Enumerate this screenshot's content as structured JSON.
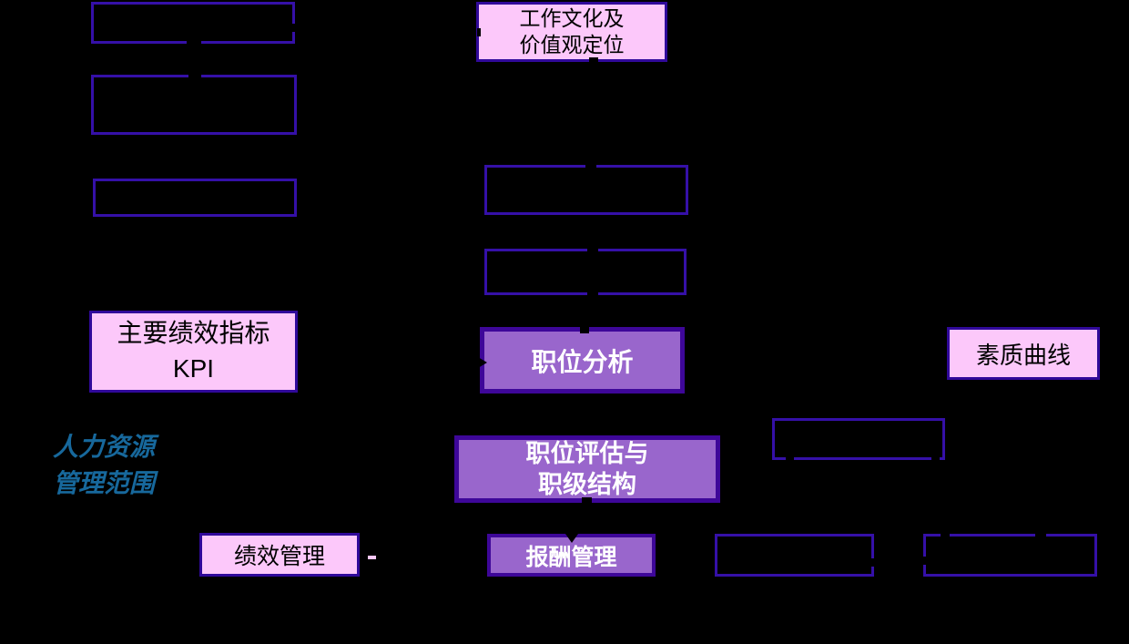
{
  "diagram": {
    "background_color": "#000000",
    "colors": {
      "pink_fill": "#FCC8FA",
      "pink_border": "#30099A",
      "purple_fill": "#9966CC",
      "purple_border": "#3E0799",
      "empty_box_border": "#3510A8",
      "scope_label_color": "#17689C",
      "pink_box_text_color": "#000000",
      "purple_box_text_color": "#FFFFFF"
    },
    "labels": {
      "culture": {
        "line1": "工作文化及",
        "line2": "价值观定位"
      },
      "kpi": {
        "line1": "主要绩效指标",
        "line2": "KPI"
      },
      "job_analysis": "职位分析",
      "quality_curve": "素质曲线",
      "job_evaluation": {
        "line1": "职位评估与",
        "line2": "职级结构"
      },
      "performance_mgmt": "绩效管理",
      "compensation_mgmt": "报酬管理",
      "hr_scope": {
        "line1": "人力资源",
        "line2": "管理范围"
      }
    },
    "empty_boxes": [
      "top-left",
      "left-middle",
      "left-lower",
      "center-upper",
      "center-lower",
      "right-middle",
      "bottom-pair-left",
      "bottom-pair-right"
    ]
  }
}
